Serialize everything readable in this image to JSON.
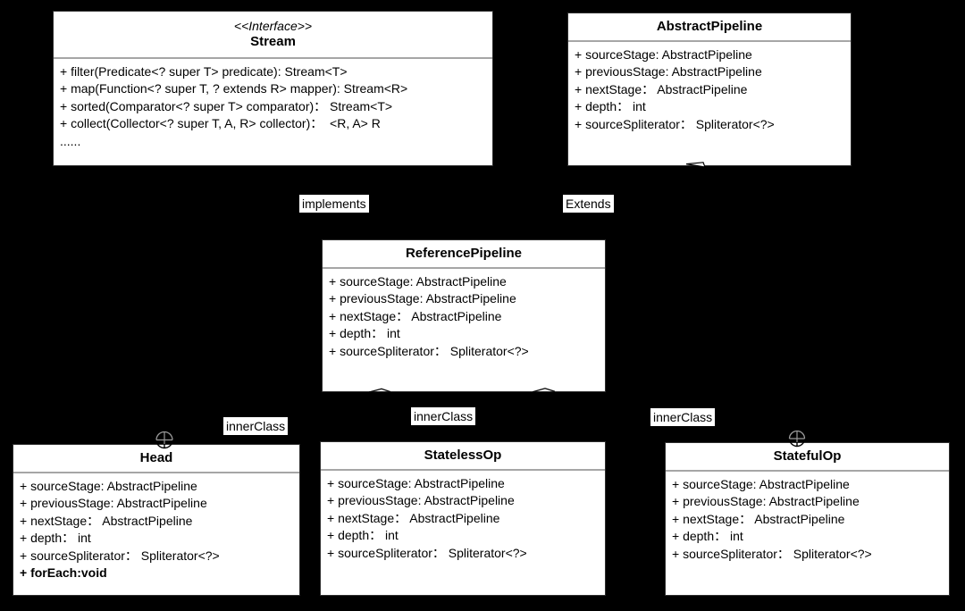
{
  "background_color": "#000000",
  "box_fill_color": "#ffffff",
  "divider_color": "#a6a6a6",
  "text_color": "#000000",
  "classes": [
    {
      "id": "stream",
      "stereotype": "<<Interface>>",
      "name": "Stream",
      "members": [
        "+ filter(Predicate<? super T> predicate): Stream<T>",
        "+ map(Function<? super T, ? extends R> mapper): Stream<R>",
        "+ sorted(Comparator<? super T> comparator)： Stream<T>",
        "+ collect(Collector<? super T, A, R> collector)：  <R, A> R",
        "......"
      ]
    },
    {
      "id": "abstract-pipeline",
      "name": "AbstractPipeline",
      "members": [
        "+ sourceStage: AbstractPipeline",
        "+ previousStage: AbstractPipeline",
        "+ nextStage： AbstractPipeline",
        "+ depth： int",
        "+ sourceSpliterator： Spliterator<?>"
      ]
    },
    {
      "id": "reference-pipeline",
      "name": "ReferencePipeline",
      "members": [
        "+ sourceStage: AbstractPipeline",
        "+ previousStage: AbstractPipeline",
        "+ nextStage： AbstractPipeline",
        "+ depth： int",
        "+ sourceSpliterator： Spliterator<?>"
      ]
    },
    {
      "id": "head",
      "name": "Head",
      "members": [
        "+ sourceStage: AbstractPipeline",
        "+ previousStage: AbstractPipeline",
        "+ nextStage： AbstractPipeline",
        "+ depth： int",
        "+ sourceSpliterator： Spliterator<?>",
        "+ forEach:void"
      ]
    },
    {
      "id": "stateless-op",
      "name": "StatelessOp",
      "members": [
        "+ sourceStage: AbstractPipeline",
        "+ previousStage: AbstractPipeline",
        "+ nextStage： AbstractPipeline",
        "+ depth： int",
        "+ sourceSpliterator： Spliterator<?>"
      ]
    },
    {
      "id": "stateful-op",
      "name": "StatefulOp",
      "members": [
        "+ sourceStage: AbstractPipeline",
        "+ previousStage: AbstractPipeline",
        "+ nextStage： AbstractPipeline",
        "+ depth： int",
        "+ sourceSpliterator： Spliterator<?>"
      ]
    }
  ],
  "labels": {
    "implements": "implements",
    "extends": "Extends",
    "inner_class": "innerClass"
  }
}
